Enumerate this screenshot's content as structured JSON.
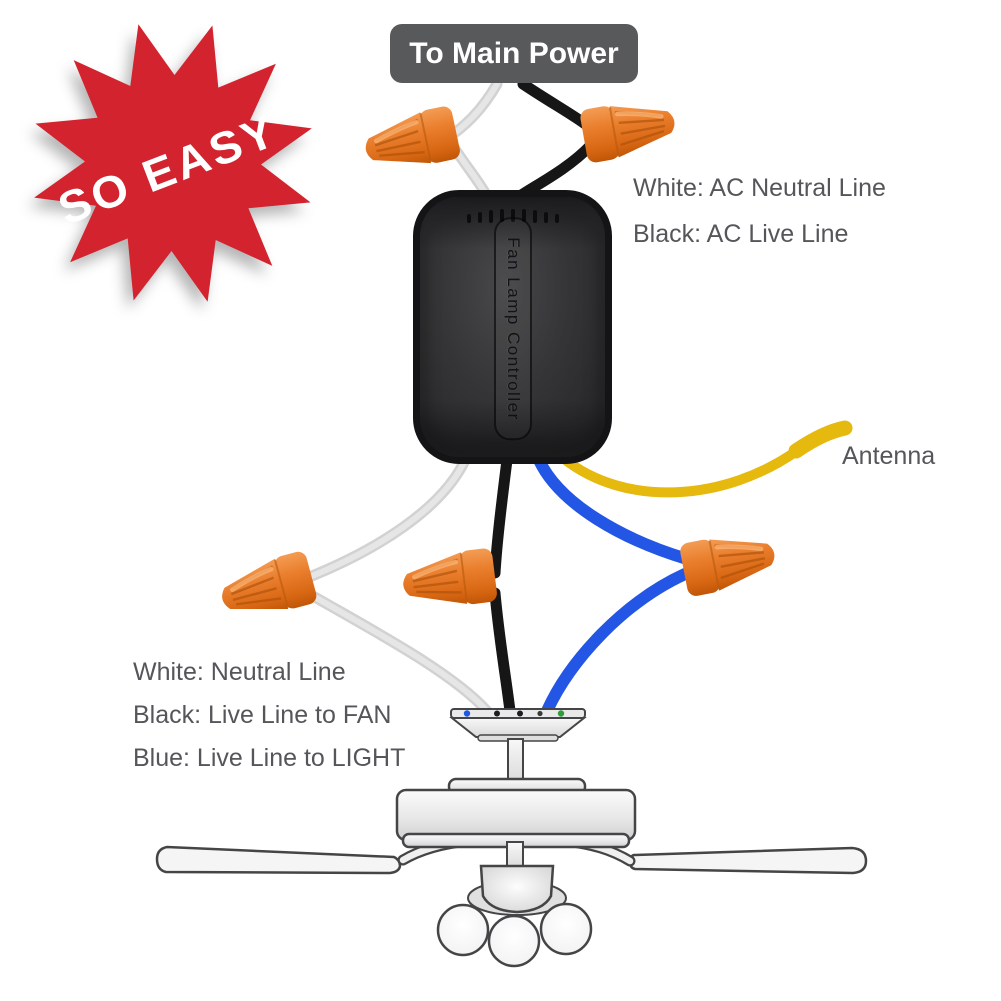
{
  "badge": {
    "text": "SO EASY"
  },
  "power_label": {
    "text": "To Main Power"
  },
  "controller": {
    "label": "Fan Lamp Controller"
  },
  "labels": {
    "ac_neutral": "White: AC Neutral Line",
    "ac_live": "Black: AC Live Line",
    "antenna": "Antenna",
    "neutral": "White: Neutral Line",
    "live_fan": "Black: Live Line to FAN",
    "live_light": "Blue: Live Line to LIGHT"
  },
  "colors": {
    "badge_red": "#d2232e",
    "label_gray": "#58595b",
    "text_gray": "#55565a",
    "wire_white": "#d2d2d2",
    "wire_black": "#161616",
    "wire_blue": "#2356e4",
    "wire_yellow": "#e5b90e",
    "nut_orange": "#e97c2a"
  }
}
